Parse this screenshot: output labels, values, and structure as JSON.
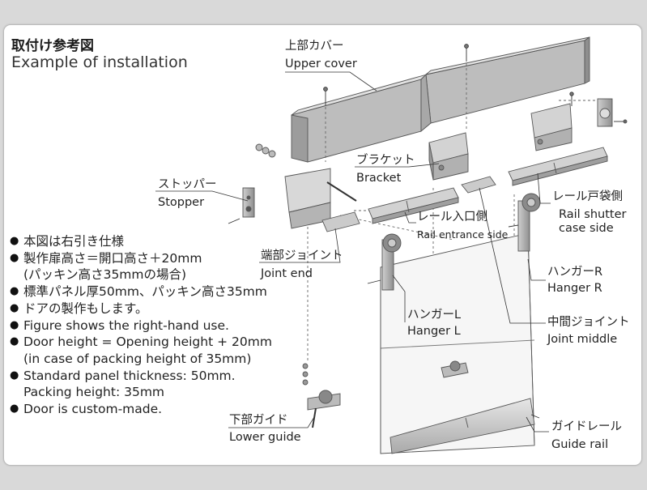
{
  "title": {
    "jp": "取付け参考図",
    "en": "Example of installation"
  },
  "labels": {
    "upper_cover": {
      "jp": "上部カバー",
      "en": "Upper cover"
    },
    "bracket": {
      "jp": "ブラケット",
      "en": "Bracket"
    },
    "stopper": {
      "jp": "ストッパー",
      "en": "Stopper"
    },
    "rail_shutter_case_side": {
      "jp": "レール戸袋側",
      "en_line1": "Rail shutter",
      "en_line2": "case side"
    },
    "rail_entrance_side": {
      "jp": "レール入口側",
      "en": "Rail entrance side"
    },
    "joint_end": {
      "jp": "端部ジョイント",
      "en": "Joint end"
    },
    "hanger_r": {
      "jp": "ハンガーR",
      "en": "Hanger R"
    },
    "hanger_l": {
      "jp": "ハンガーL",
      "en": "Hanger L"
    },
    "joint_middle": {
      "jp": "中間ジョイント",
      "en": "Joint middle"
    },
    "guide_rail": {
      "jp": "ガイドレール",
      "en": "Guide rail"
    },
    "lower_guide": {
      "jp": "下部ガイド",
      "en": "Lower guide"
    }
  },
  "notes": [
    {
      "lines": [
        "本図は右引き仕様"
      ]
    },
    {
      "lines": [
        "製作扉高さ＝開口高さ＋20mm",
        "(パッキン高さ35mmの場合)"
      ]
    },
    {
      "lines": [
        "標準パネル厚50mm、パッキン高さ35mm"
      ]
    },
    {
      "lines": [
        "ドアの製作もします。"
      ]
    },
    {
      "lines": [
        "Figure shows the right-hand use."
      ]
    },
    {
      "lines": [
        "Door height = Opening height + 20mm",
        "(in case of packing height of 35mm)"
      ]
    },
    {
      "lines": [
        "Standard panel thickness: 50mm.",
        "Packing height: 35mm"
      ]
    },
    {
      "lines": [
        "Door is custom-made."
      ]
    }
  ],
  "bullet_icon": "filled-circle"
}
